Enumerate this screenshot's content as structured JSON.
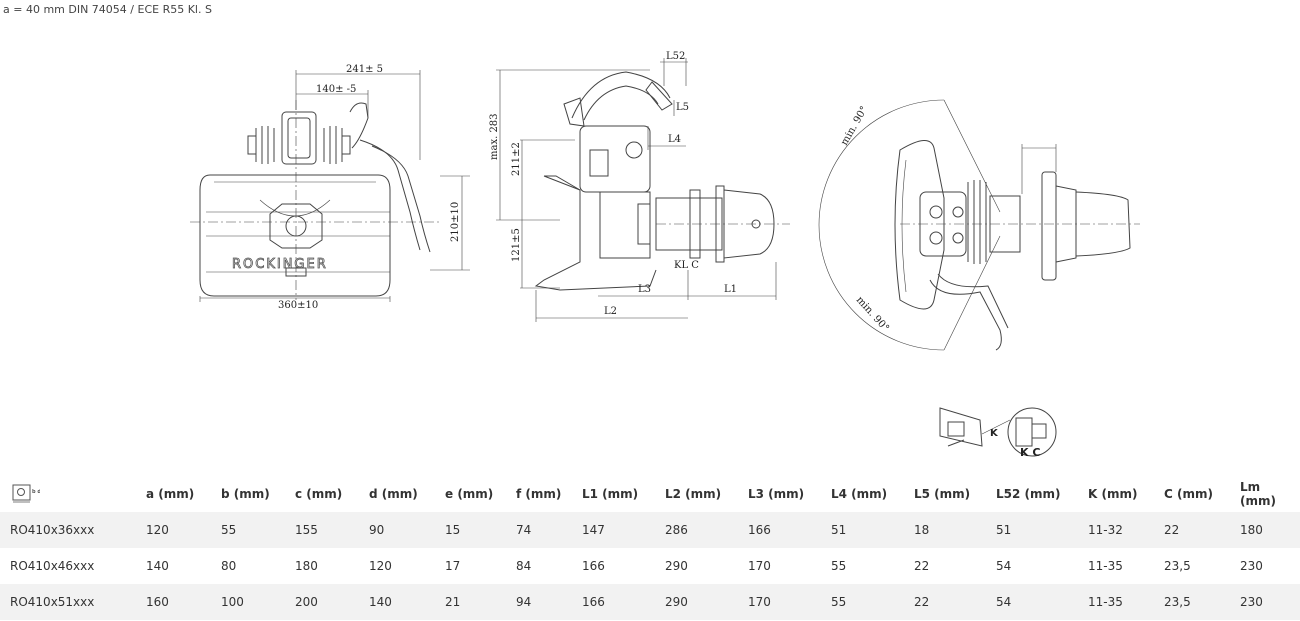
{
  "caption": "a = 40 mm DIN 74054 / ECE R55 Kl. S",
  "drawing": {
    "front_view": {
      "brand_text": "ROCKINGER",
      "dim_top_outer": "241± 5",
      "dim_top_inner": "140± -5",
      "dim_height": "210±10",
      "dim_width": "360±10"
    },
    "side_view": {
      "dim_l52": "L52",
      "dim_l5": "L5",
      "dim_l4": "L4",
      "dim_max": "max. 283",
      "dim_upper": "211±2",
      "dim_lower": "121±5",
      "dim_kl_c": "KL C",
      "dim_l3": "L3",
      "dim_l1": "L1",
      "dim_l2": "L2"
    },
    "top_view": {
      "angle_top": "min. 90°",
      "angle_bottom": "min. 90°"
    },
    "detail": {
      "label": "K C",
      "label_k": "K"
    }
  },
  "table": {
    "columns": [
      "a (mm)",
      "b (mm)",
      "c (mm)",
      "d (mm)",
      "e (mm)",
      "f (mm)",
      "L1 (mm)",
      "L2 (mm)",
      "L3 (mm)",
      "L4 (mm)",
      "L5 (mm)",
      "L52 (mm)",
      "K (mm)",
      "C (mm)",
      "Lm (mm)"
    ],
    "rows": [
      [
        "RO410x36xxx",
        "120",
        "55",
        "155",
        "90",
        "15",
        "74",
        "147",
        "286",
        "166",
        "51",
        "18",
        "51",
        "11-32",
        "22",
        "180"
      ],
      [
        "RO410x46xxx",
        "140",
        "80",
        "180",
        "120",
        "17",
        "84",
        "166",
        "290",
        "170",
        "55",
        "22",
        "54",
        "11-35",
        "23,5",
        "230"
      ],
      [
        "RO410x51xxx",
        "160",
        "100",
        "200",
        "140",
        "21",
        "94",
        "166",
        "290",
        "170",
        "55",
        "22",
        "54",
        "11-35",
        "23,5",
        "230"
      ]
    ]
  }
}
